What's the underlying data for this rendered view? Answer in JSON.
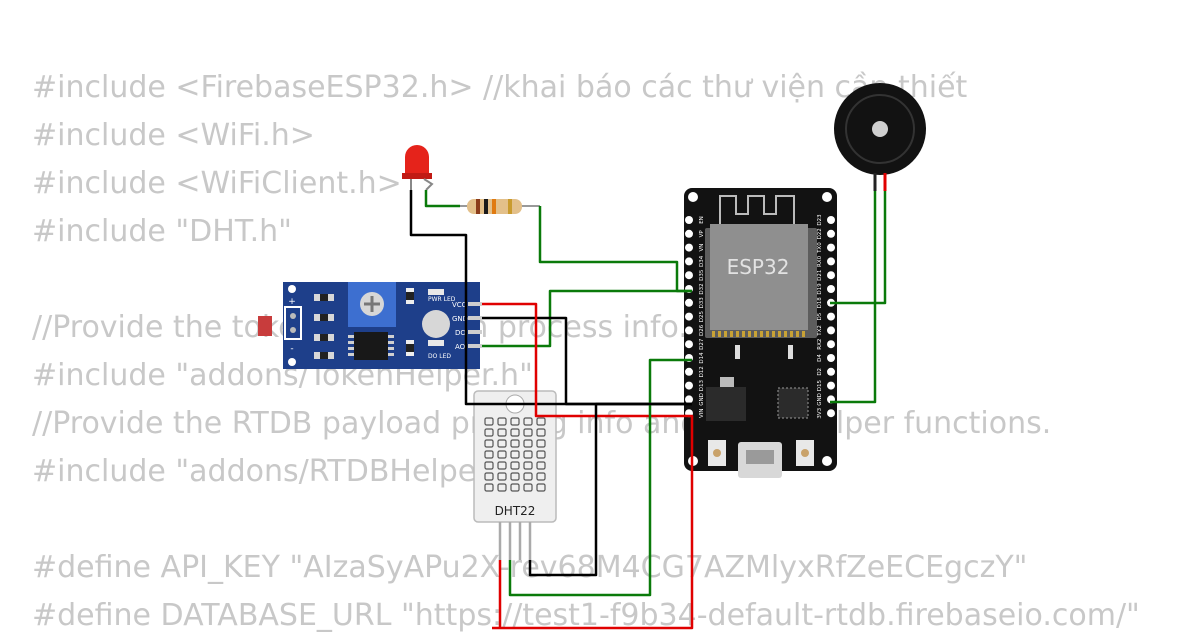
{
  "code_lines": [
    "#include <FirebaseESP32.h> //khai báo các thư viện cần thiết",
    "#include <WiFi.h>",
    "#include <WiFiClient.h>",
    "#include \"DHT.h\"",
    "",
    "//Provide the token generation process info.",
    "#include \"addons/TokenHelper.h\"",
    "//Provide the RTDB payload printing info and other helper functions.",
    "#include \"addons/RTDBHelper.h\"",
    "",
    "#define API_KEY \"AIzaSyAPu2X-rev68M4CG7AZMlyxRfZeECEgczY\"",
    "#define DATABASE_URL \"https://test1-f9b34-default-rtdb.firebaseio.com/\""
  ],
  "esp32": {
    "chip_label": "ESP32",
    "left_pins": [
      "EN",
      "VP",
      "VN",
      "D34",
      "D35",
      "D32",
      "D33",
      "D25",
      "D26",
      "D27",
      "D14",
      "D12",
      "D13",
      "GND",
      "VIN"
    ],
    "right_pins": [
      "D23",
      "D22",
      "TX0",
      "RX0",
      "D21",
      "D19",
      "D18",
      "D5",
      "TX2",
      "RX2",
      "D4",
      "D2",
      "D15",
      "GND",
      "3V3"
    ]
  },
  "ldr_module": {
    "pin_labels": [
      "VCC",
      "GND",
      "DO",
      "AO"
    ],
    "led_labels": [
      "PWR LED",
      "DO LED"
    ],
    "polarity": [
      "+",
      "-"
    ]
  },
  "dht22": {
    "label": "DHT22"
  },
  "colors": {
    "wire_green": "#0a7a0a",
    "wire_black": "#000000",
    "wire_red": "#e00000",
    "code_text": "#c8c8c8",
    "pcb_blue": "#1e3f8a"
  }
}
